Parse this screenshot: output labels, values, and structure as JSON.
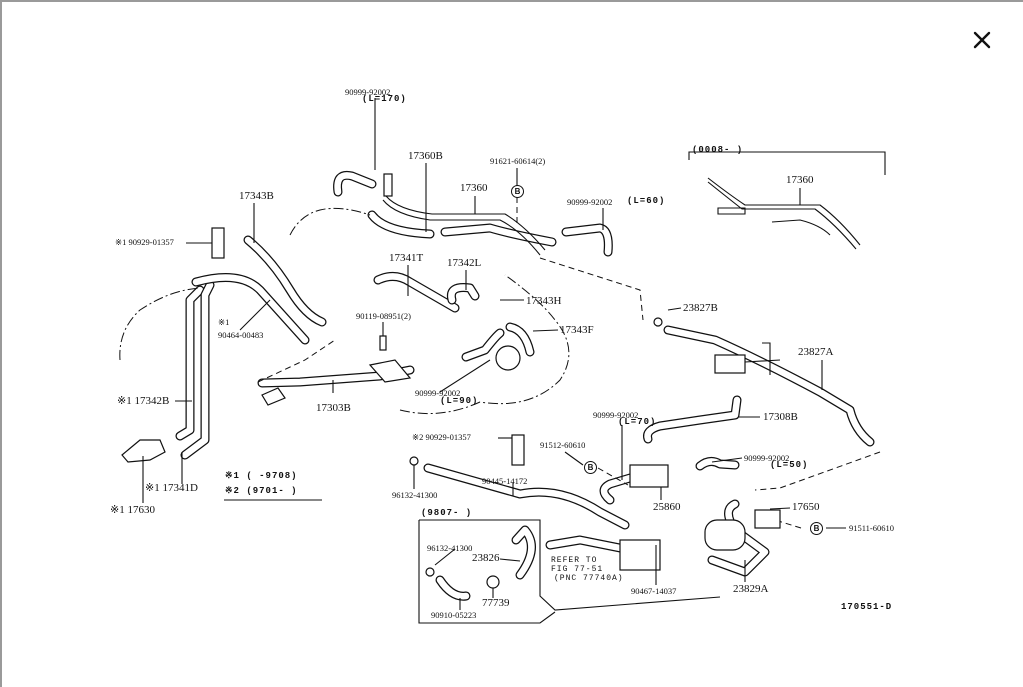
{
  "viewer": {
    "close_icon": "close-icon"
  },
  "diagram": {
    "drawing_number": "170551-D",
    "labels": {
      "hose_l170_pn": "90999-92002",
      "hose_l170_len": "(L=170)",
      "p17360B": "17360B",
      "bolt_top": "91621-60614(2)",
      "p17360": "17360",
      "hose_l60_pn": "90999-92002",
      "hose_l60_len": "(L=60)",
      "range_0008": "(0008-        )",
      "p17360_new": "17360",
      "p17343B": "17343B",
      "clamp1": "※1 90929-01357",
      "p17341T": "17341T",
      "p17342L": "17342L",
      "p17343H": "17343H",
      "p23827B": "23827B",
      "note1_mark": "※1",
      "p90464": "90464-00483",
      "bolt_90119": "90119-08951(2)",
      "p17343F": "17343F",
      "p23827A": "23827A",
      "hose_l90_pn": "90999-92002",
      "hose_l90_len": "(L=90)",
      "p17303B": "17303B",
      "p17342B": "※1 17342B",
      "p17308B": "17308B",
      "hose_l70_pn": "90999-92002",
      "hose_l70_len": "(L=70)",
      "clamp2": "※2 90929-01357",
      "bolt_91512": "91512-60610",
      "hose_l50_pn": "90999-92002",
      "hose_l50_len": "(L=50)",
      "clip_96132": "96132-41300",
      "p90445": "90445-14172",
      "legend1": "※1 (        -9708)",
      "legend2": "※2 (9701-        )",
      "p17341D": "※1 17341D",
      "p17630": "※1 17630",
      "p25860": "25860",
      "p17650": "17650",
      "bolt_91511": "91511-60610",
      "range_9807": "(9807-        )",
      "box_clip": "96132-41300",
      "p23826": "23826",
      "refer1": "REFER TO",
      "refer2": "FIG 77-51",
      "refer3": "(PNC 77740A)",
      "p90467": "90467-14037",
      "p23829A": "23829A",
      "p77739": "77739",
      "p90910": "90910-05223",
      "ref_B": "B"
    }
  }
}
